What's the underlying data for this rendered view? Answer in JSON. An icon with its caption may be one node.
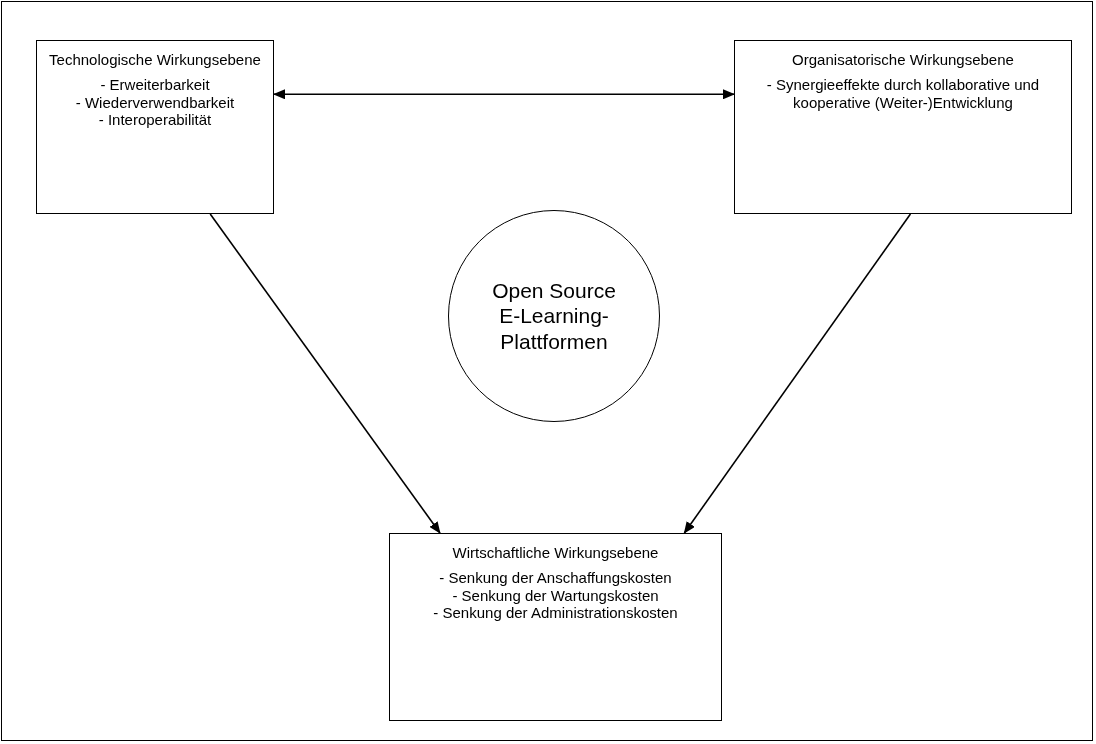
{
  "diagram": {
    "nodes": [
      {
        "text": [
          "Technologische Wirkungsebene",
          "- Erweiterbarkeit",
          "- Wiederverwendbarkeit",
          "- Interoperabilität"
        ]
      },
      {
        "text": [
          "Organisatorische Wirkungsebene",
          "- Synergieeffekte durch kollaborative und kooperative (Weiter-)Entwicklung"
        ]
      },
      {
        "text": [
          "Open Source E-Learning-Plattformen"
        ]
      },
      {
        "text": [
          "Wirtschaftliche Wirkungsebene",
          "- Senkung der Anschaffungskosten",
          "- Senkung der Wartungskosten",
          "- Senkung der Administrationskosten"
        ]
      }
    ],
    "edges": [
      {
        "from": 0,
        "to": 1,
        "arrow": "both"
      },
      {
        "from": 0,
        "to": 3,
        "arrow": "to"
      },
      {
        "from": 1,
        "to": 3,
        "arrow": "to"
      }
    ]
  }
}
